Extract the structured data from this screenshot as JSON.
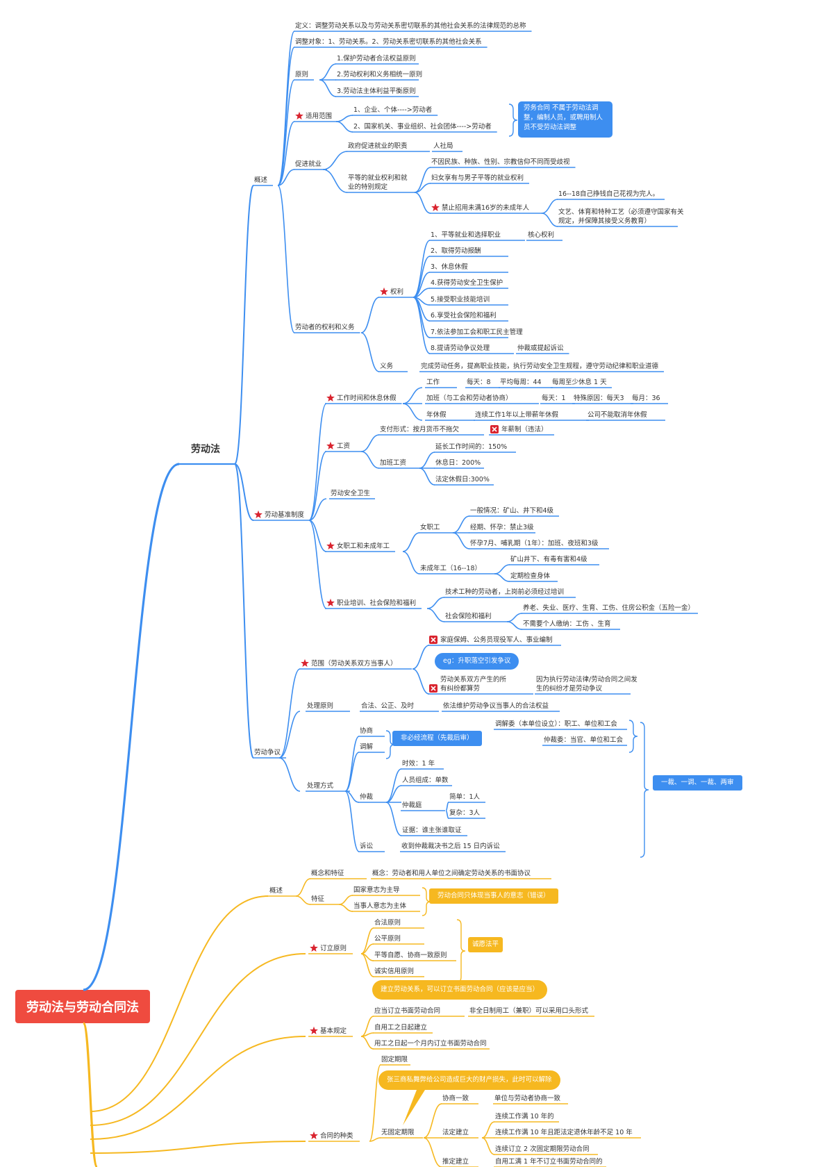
{
  "colors": {
    "blue": "#3d8ef0",
    "yellow": "#f6b820",
    "red": "#ef4b3f",
    "star": "#d9232e",
    "text": "#333333"
  },
  "root": "劳动法与劳动合同法",
  "law": {
    "title": "劳动法",
    "overview": {
      "label": "概述",
      "definition": "定义：调整劳动关系以及与劳动关系密切联系的其他社会关系的法律规范的总称",
      "object": "调整对象：1、劳动关系。2、劳动关系密切联系的其他社会关系",
      "principle": {
        "label": "原则",
        "items": [
          "1.保护劳动者合法权益原则",
          "2.劳动权利和义务相统一原则",
          "3.劳动法主体利益平衡原则"
        ]
      },
      "scope": {
        "label": "适用范围",
        "items": [
          "1、企业、个体---->劳动者",
          "2、国家机关、事业组织、社会团体---->劳动者"
        ],
        "note": "劳务合同 不属于劳动法调整，编制人员，或聘用制人员不受劳动法调整"
      },
      "employment": {
        "label": "促进就业",
        "gov": "政府促进就业的职责",
        "gov_val": "人社局",
        "equal": "平等的就业权利和就业的特别规定",
        "equal_items": [
          "不因民族、种族、性别、宗教信仰不同而受歧视",
          "妇女享有与男子平等的就业权利"
        ],
        "ban": "禁止招用未满16岁的未成年人",
        "ban_items": [
          "16--18自己挣钱自己花视为完人。",
          "文艺、体育和特种工艺（必须遵守国家有关规定，并保障其接受义务教育）"
        ]
      },
      "rights_duties": {
        "label": "劳动者的权利和义务",
        "rights": "权利",
        "rights_items": [
          "1、平等就业和选择职业",
          "2、取得劳动报酬",
          "3、休息休假",
          "4.获得劳动安全卫生保护",
          "5.接受职业技能培训",
          "6.享受社会保险和福利",
          "7.依法参加工会和职工民主管理",
          "8.提请劳动争议处理"
        ],
        "core": "核心权利",
        "arb": "仲裁或提起诉讼",
        "duty": "义务",
        "duty_text": "完成劳动任务，提高职业技能，执行劳动安全卫生规程，遵守劳动纪律和职业道德"
      }
    },
    "standards": {
      "label": "劳动基准制度",
      "hours": {
        "label": "工作时间和休息休假",
        "work": [
          "工作",
          "每天：8",
          "平均每周：44",
          "每周至少休息 1 天"
        ],
        "overtime": [
          "加班（与工会和劳动者协商）",
          "每天：1",
          "特殊原因：每天3",
          "每月：36"
        ],
        "annual": [
          "年休假",
          "连续工作1年以上带薪年休假",
          "公司不能取消年休假"
        ]
      },
      "wage": {
        "label": "工资",
        "pay": "支付形式：按月货币不拖欠",
        "yearly": "年薪制（违法）",
        "ot": "加班工资",
        "ot_items": [
          "延长工作时间的：150%",
          "休息日：200%",
          "法定休假日:300%"
        ]
      },
      "safety": "劳动安全卫生",
      "women_minor": {
        "label": "女职工和未成年工",
        "women": "女职工",
        "women_items": [
          "一般情况：矿山、井下和4级",
          "经期、怀孕：禁止3级",
          "怀孕7月、哺乳期（1年）：加班、夜班和3级"
        ],
        "minor": "未成年工（16--18）",
        "minor_items": [
          "矿山井下、有毒有害和4级",
          "定期检查身体"
        ]
      },
      "training": {
        "label": "职业培训、社会保险和福利",
        "tech": "技术工种的劳动者，上岗前必须经过培训",
        "insurance": "社会保险和福利",
        "ins_items": [
          "养老、失业、医疗、生育、工伤、住房公积金（五险一金）",
          "不需要个人缴纳：工伤 、生育"
        ]
      }
    },
    "dispute": {
      "label": "劳动争议",
      "scope": {
        "label": "范围（劳动关系双方当事人）",
        "no1": "家庭保姆、公务员现役军人、事业编制",
        "eg": "eg：升职落空引发争议",
        "no2": "劳动关系双方产生的所有纠纷都算劳动争议",
        "correct": "因为执行劳动法律/劳动合同之间发生的纠纷才是劳动争议"
      },
      "principle": {
        "label": "处理原则",
        "a": "合法、公正、及时",
        "b": "依法维护劳动争议当事人的合法权益"
      },
      "methods": {
        "label": "处理方式",
        "negotiate": "协商",
        "mediate": "调解",
        "nonmust": "非必经流程（先裁后审）",
        "med1": "调解委（本单位设立）：职工、单位和工会",
        "med2": "仲裁委：当官、单位和工会",
        "arbitration": "仲裁",
        "arb_items": [
          "时效：1 年",
          "人员组成：单数",
          "仲裁庭",
          "简单：1人",
          "复杂：3人",
          "证据：谁主张谁取证"
        ],
        "lawsuit": "诉讼",
        "lawsuit_text": "收到仲裁裁决书之后 15 日内诉讼",
        "summary": "一裁、一调、一裁、两审"
      }
    }
  },
  "contract": {
    "overview": {
      "label": "概述",
      "concept_label": "概念和特征",
      "concept": "概念：劳动者和用人单位之间确定劳动关系的书面协议",
      "feature": "特征",
      "features": [
        "国家意志为主导",
        "当事人意志为主体"
      ],
      "wrong": "劳动合同只体现当事人的意志（错误）"
    },
    "principle": {
      "label": "订立原则",
      "items": [
        "合法原则",
        "公平原则",
        "平等自愿、协商一致原则",
        "诚实信用原则"
      ],
      "summary": "诚愿法平"
    },
    "basic": {
      "label": "基本规定",
      "callout": "建立劳动关系，可以订立书面劳动合同（应该是应当）",
      "items": [
        "应当订立书面劳动合同",
        "自用工之日起建立",
        "用工之日起一个月内订立书面劳动合同"
      ],
      "part_time": "非全日制用工（兼职）可以采用口头形式"
    },
    "types": {
      "label": "合同的种类",
      "fixed": "固定期限",
      "callout": "张三商私舞弊给公司造成巨大的财产损失，此时可以解除",
      "open": "无固定期限",
      "agree": "协商一致",
      "agree_text": "单位与劳动者协商一致",
      "legal": "法定建立",
      "legal_items": [
        "连续工作满 10 年的",
        "连续工作满 10 年且距法定退休年龄不足 10 年",
        "连续订立 2 次固定期限劳动合同"
      ],
      "presume": "推定建立",
      "presume_text": "自用工满 1 年不订立书面劳动合同的"
    }
  }
}
